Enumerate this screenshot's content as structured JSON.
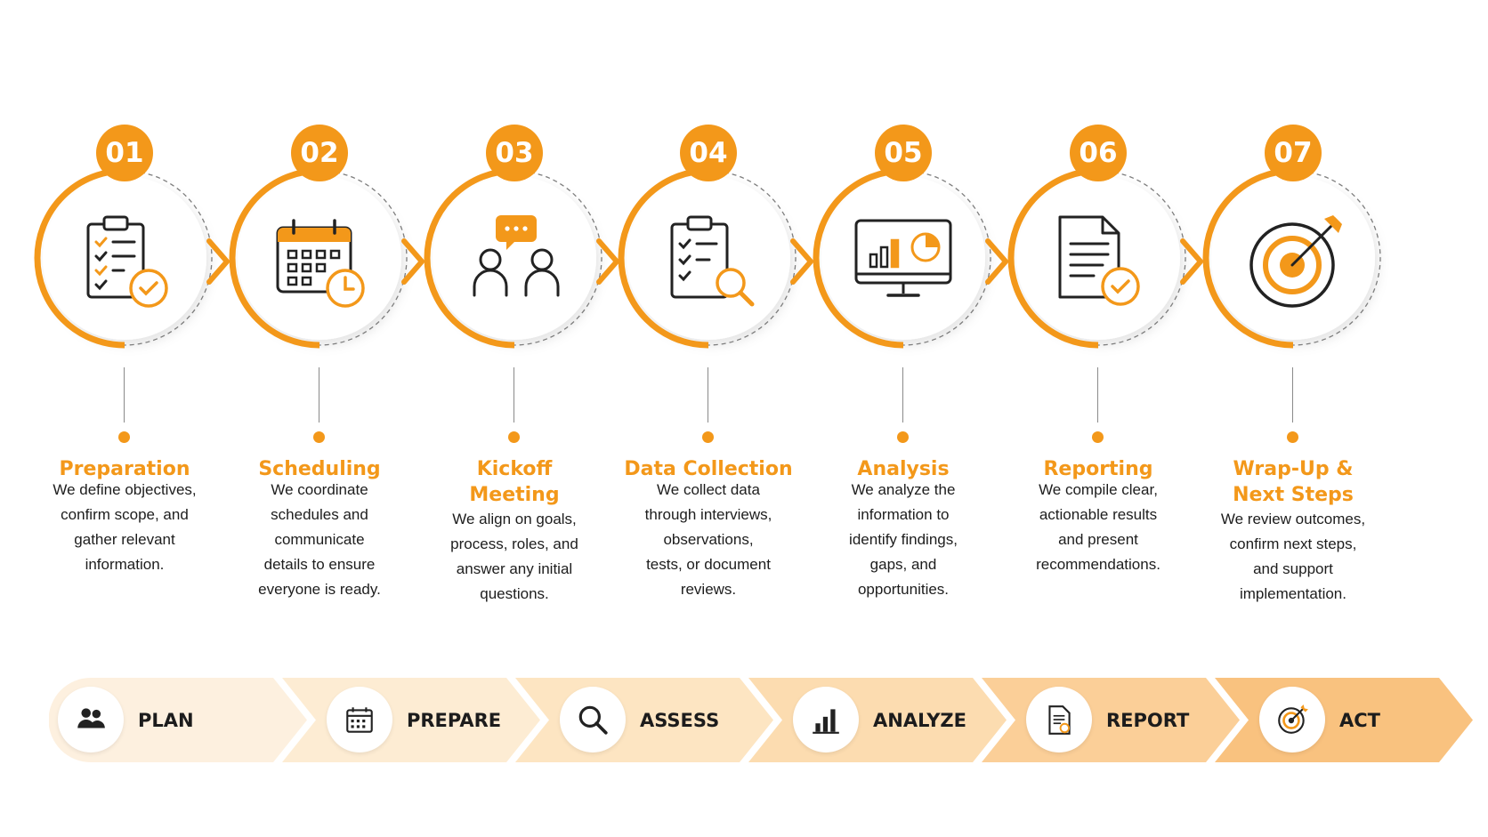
{
  "colors": {
    "accent": "#f3981a",
    "dark": "#222222"
  },
  "steps": [
    {
      "number": "01",
      "icon": "clipboard-checklist-check-icon",
      "title": [
        "Preparation"
      ],
      "description": [
        "We define objectives,",
        "confirm scope, and",
        "gather relevant",
        "information."
      ]
    },
    {
      "number": "02",
      "icon": "calendar-clock-icon",
      "title": [
        "Scheduling"
      ],
      "description": [
        "We coordinate",
        "schedules and",
        "communicate",
        "details to ensure",
        "everyone is ready."
      ]
    },
    {
      "number": "03",
      "icon": "meeting-people-chat-icon",
      "title": [
        "Kickoff",
        "Meeting"
      ],
      "description": [
        "We align on goals,",
        "process, roles, and",
        "answer any initial",
        "questions."
      ]
    },
    {
      "number": "04",
      "icon": "clipboard-magnifier-icon",
      "title": [
        "Data Collection"
      ],
      "description": [
        "We collect data",
        "through interviews,",
        "observations,",
        "tests, or document",
        "reviews."
      ]
    },
    {
      "number": "05",
      "icon": "monitor-chart-icon",
      "title": [
        "Analysis"
      ],
      "description": [
        "We analyze the",
        "information to",
        "identify findings,",
        "gaps, and",
        "opportunities."
      ]
    },
    {
      "number": "06",
      "icon": "document-check-icon",
      "title": [
        "Reporting"
      ],
      "description": [
        "We compile clear,",
        "actionable results",
        "and present",
        "recommendations."
      ]
    },
    {
      "number": "07",
      "icon": "target-arrow-icon",
      "title": [
        "Wrap-Up &",
        "Next Steps"
      ],
      "description": [
        "We review outcomes,",
        "confirm next steps,",
        "and support",
        "implementation."
      ]
    }
  ],
  "phases": [
    {
      "label": "PLAN",
      "icon": "people-icon",
      "color": "#fdf0df"
    },
    {
      "label": "PREPARE",
      "icon": "calendar-icon",
      "color": "#fdecd3"
    },
    {
      "label": "ASSESS",
      "icon": "magnifier-icon",
      "color": "#fde5c2"
    },
    {
      "label": "ANALYZE",
      "icon": "bar-chart-icon",
      "color": "#fcdcb0"
    },
    {
      "label": "REPORT",
      "icon": "report-document-icon",
      "color": "#fbcf98"
    },
    {
      "label": "ACT",
      "icon": "target-icon",
      "color": "#f9c27f"
    }
  ]
}
